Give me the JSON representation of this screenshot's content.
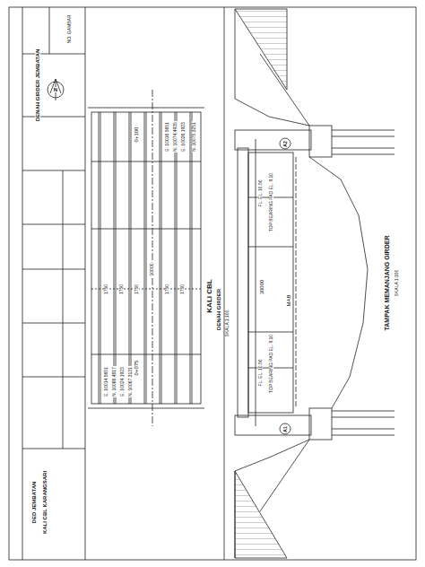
{
  "diagram": {
    "title": "DENAH GIRDER JEMBATAN",
    "labels": [
      "DED JEMBATAN",
      "KALI CBL KARANGSARI",
      "N",
      "0+100",
      "0+075",
      "1750",
      "1750",
      "1750",
      "10000",
      "1750",
      "1750",
      "KALI CBL",
      "DENAH GIRDER",
      "30000",
      "MAB",
      "A2",
      "A1",
      "FL. EL. 10.50",
      "FL. EL. 10.50",
      "TOP BEARING PAD EL. 9.10",
      "TOP BEARING PAD EL. 9.10",
      "TAMPAK MEMANJANG GIRDER",
      "SKALA 1:100",
      "SKALA 1:100",
      "NO. GAMBAR",
      "E. 10016.5651",
      "N. 10074.4935",
      "E. 10026.1923",
      "N. 10075.3251",
      "E. 10014.5651",
      "N. 10066.4817",
      "E. 10024.1923",
      "N. 10067.3131"
    ]
  }
}
